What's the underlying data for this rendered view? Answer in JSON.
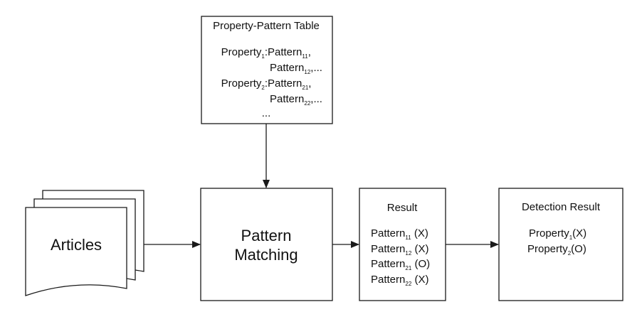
{
  "property_pattern_table": {
    "title": "Property-Pattern Table",
    "rows": [
      {
        "lead": "Property",
        "lead_sub": "1",
        "sep": ": ",
        "pattern": "Pattern",
        "pattern_sub": "11",
        "tail": ","
      },
      {
        "lead": "",
        "lead_sub": "",
        "sep": "",
        "pattern": "Pattern",
        "pattern_sub": "12",
        "tail": ",..."
      },
      {
        "lead": "Property",
        "lead_sub": "2",
        "sep": ": ",
        "pattern": "Pattern",
        "pattern_sub": "21",
        "tail": ","
      },
      {
        "lead": "",
        "lead_sub": "",
        "sep": "",
        "pattern": "Pattern",
        "pattern_sub": "22",
        "tail": ",..."
      }
    ],
    "ellipsis": "..."
  },
  "articles": {
    "label": "Articles"
  },
  "pattern_matching": {
    "line1": "Pattern",
    "line2": "Matching"
  },
  "result": {
    "title": "Result",
    "items": [
      {
        "name": "Pattern",
        "sub": "11",
        "status": " (X)"
      },
      {
        "name": "Pattern",
        "sub": "12",
        "status": " (X)"
      },
      {
        "name": "Pattern",
        "sub": "21",
        "status": " (O)"
      },
      {
        "name": "Pattern",
        "sub": "22",
        "status": " (X)"
      }
    ]
  },
  "detection_result": {
    "title": "Detection Result",
    "items": [
      {
        "name": "Property",
        "sub": "1",
        "status": "(X)"
      },
      {
        "name": "Property",
        "sub": "2",
        "status": "(O)"
      }
    ]
  },
  "colors": {
    "stroke": "#1a1a1a",
    "fill": "#ffffff",
    "text": "#111111"
  }
}
